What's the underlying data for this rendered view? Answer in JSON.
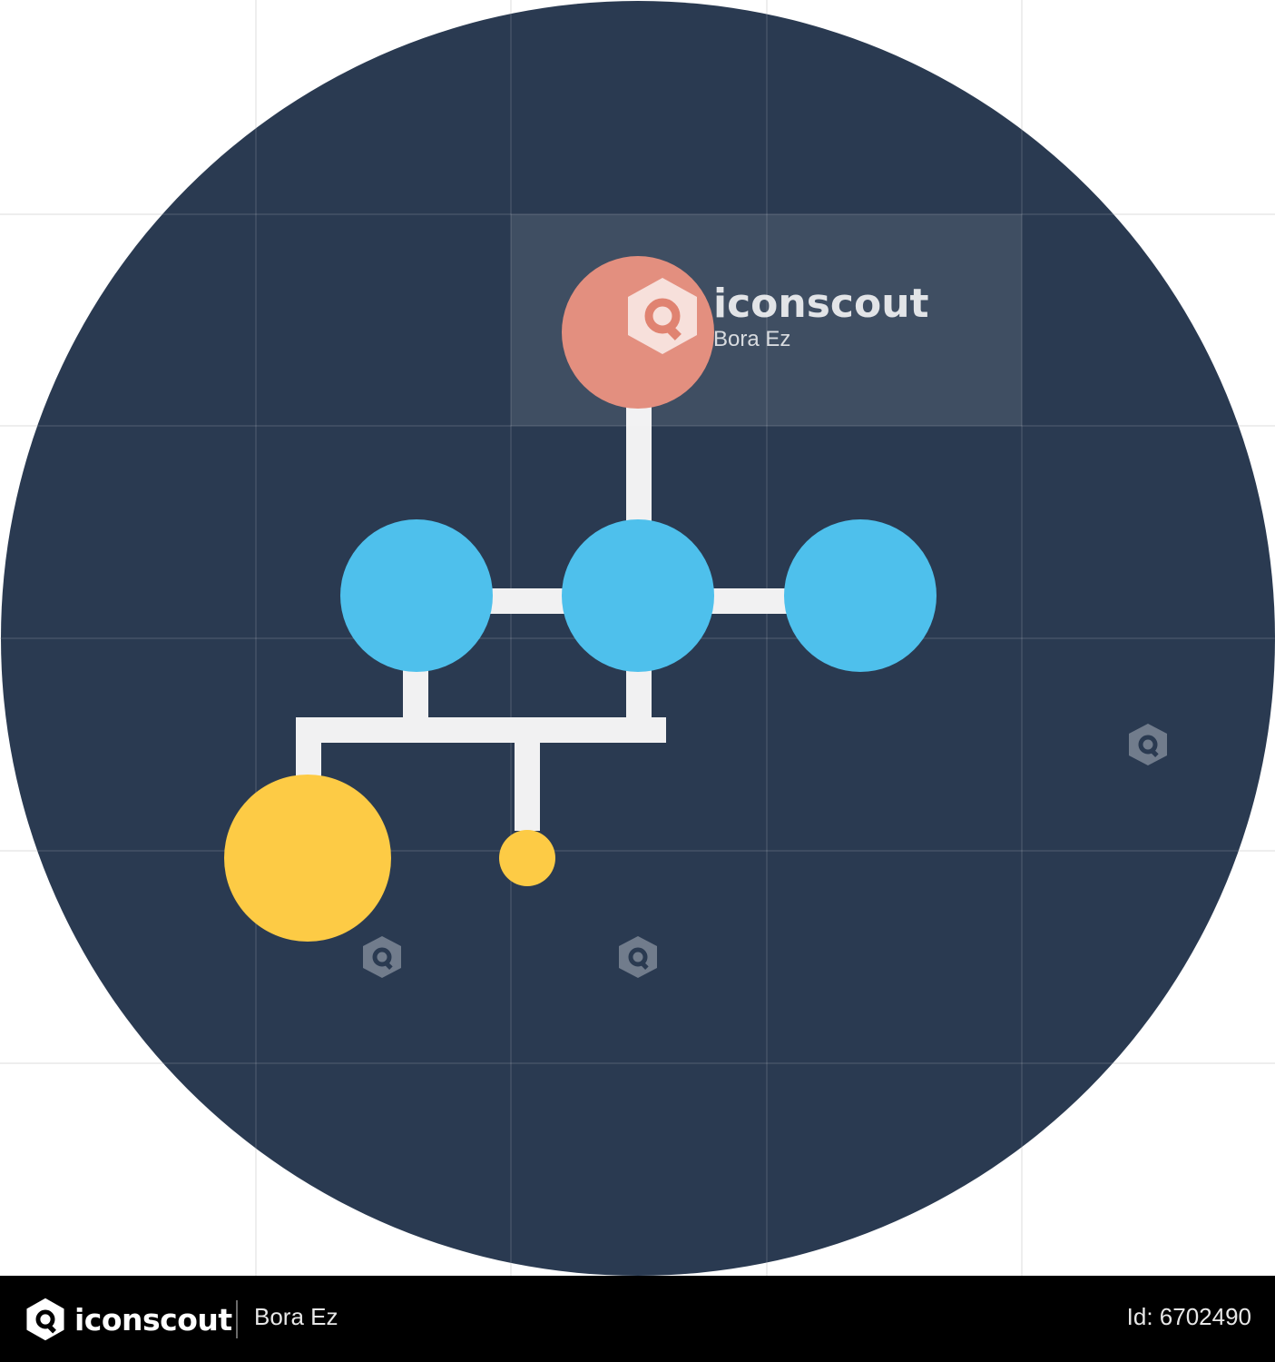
{
  "illustration": {
    "background_color": "#2a3a51",
    "colors": {
      "top_node": "#e08371",
      "middle_nodes": "#4ec0ec",
      "bottom_nodes": "#fdcb45",
      "connectors": "#f1f1f2"
    }
  },
  "watermark": {
    "logo_icon": "iconscout-logo-icon",
    "brand": "iconscout",
    "author": "Bora Ez"
  },
  "footer": {
    "logo_icon": "iconscout-logo-icon",
    "brand": "iconscout",
    "author": "Bora Ez",
    "asset_id": "Id: 6702490"
  }
}
